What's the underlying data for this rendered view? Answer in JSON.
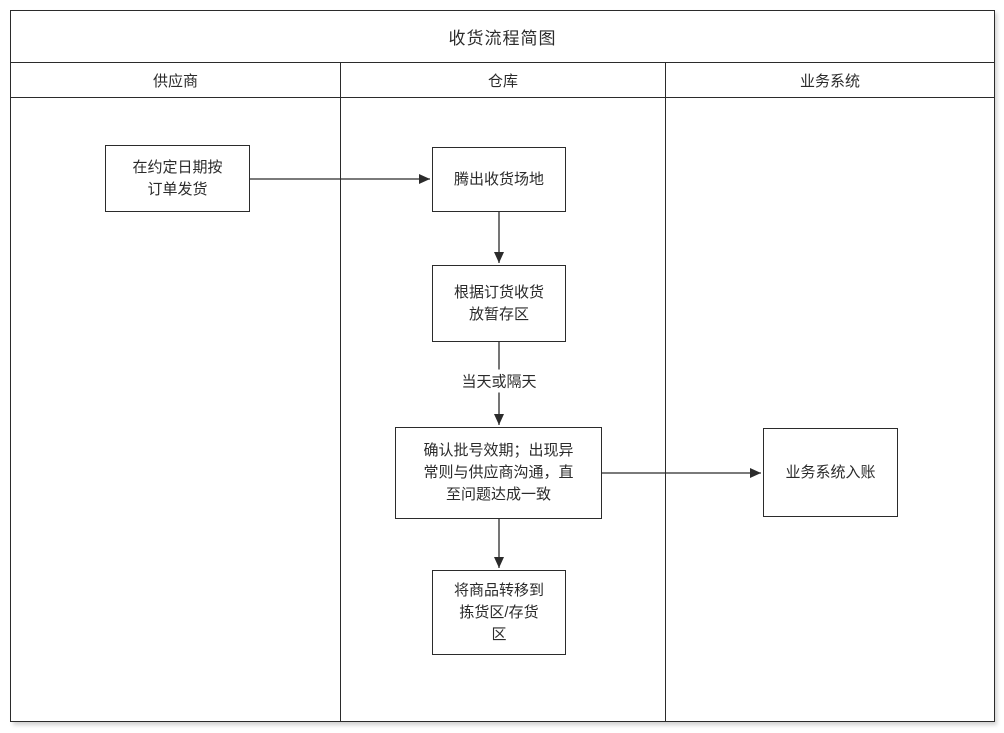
{
  "diagram": {
    "title": "收货流程简图",
    "lanes": {
      "supplier": "供应商",
      "warehouse": "仓库",
      "business_system": "业务系统"
    },
    "nodes": {
      "ship_on_date": "在约定日期按\n订单发货",
      "clear_receiving_area": "腾出收货场地",
      "receive_to_staging": "根据订货收货\n放暂存区",
      "confirm_batch": "确认批号效期；出现异\n常则与供应商沟通，直\n至问题达成一致",
      "system_booking": "业务系统入账",
      "move_to_picking": "将商品转移到\n拣货区/存货\n区"
    },
    "edge_labels": {
      "same_or_next_day": "当天或隔天"
    }
  }
}
